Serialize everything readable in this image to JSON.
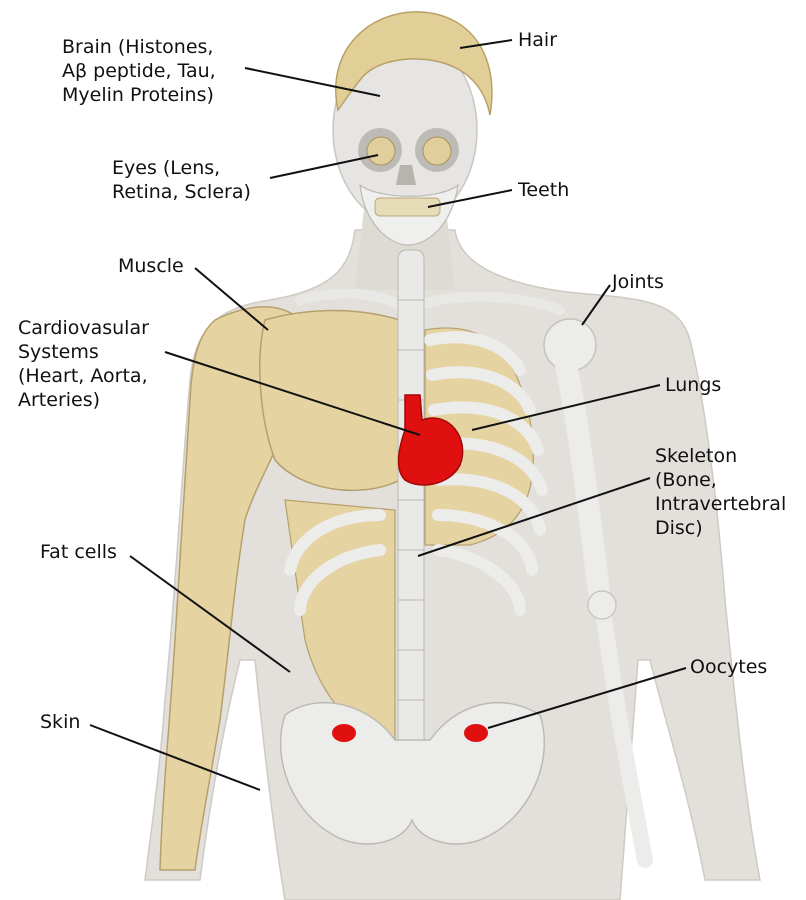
{
  "labels": {
    "brain": "Brain (Histones,\nAβ peptide, Tau,\nMyelin Proteins)",
    "hair": "Hair",
    "eyes": "Eyes (Lens,\nRetina, Sclera)",
    "teeth": "Teeth",
    "muscle": "Muscle",
    "joints": "Joints",
    "cardio": "Cardiovasular\nSystems\n(Heart, Aorta,\nArteries)",
    "lungs": "Lungs",
    "skeleton": "Skeleton\n(Bone,\nIntravertebral\nDisc)",
    "fat": "Fat cells",
    "oocytes": "Oocytes",
    "skin": "Skin"
  },
  "colors": {
    "skin": "#e3e0db",
    "bone": "#ebebea",
    "muscle": "#e6d3a2",
    "hair": "#e2cf97",
    "heart": "#e01010",
    "oocyte": "#e01010",
    "leader_line": "#111111"
  }
}
